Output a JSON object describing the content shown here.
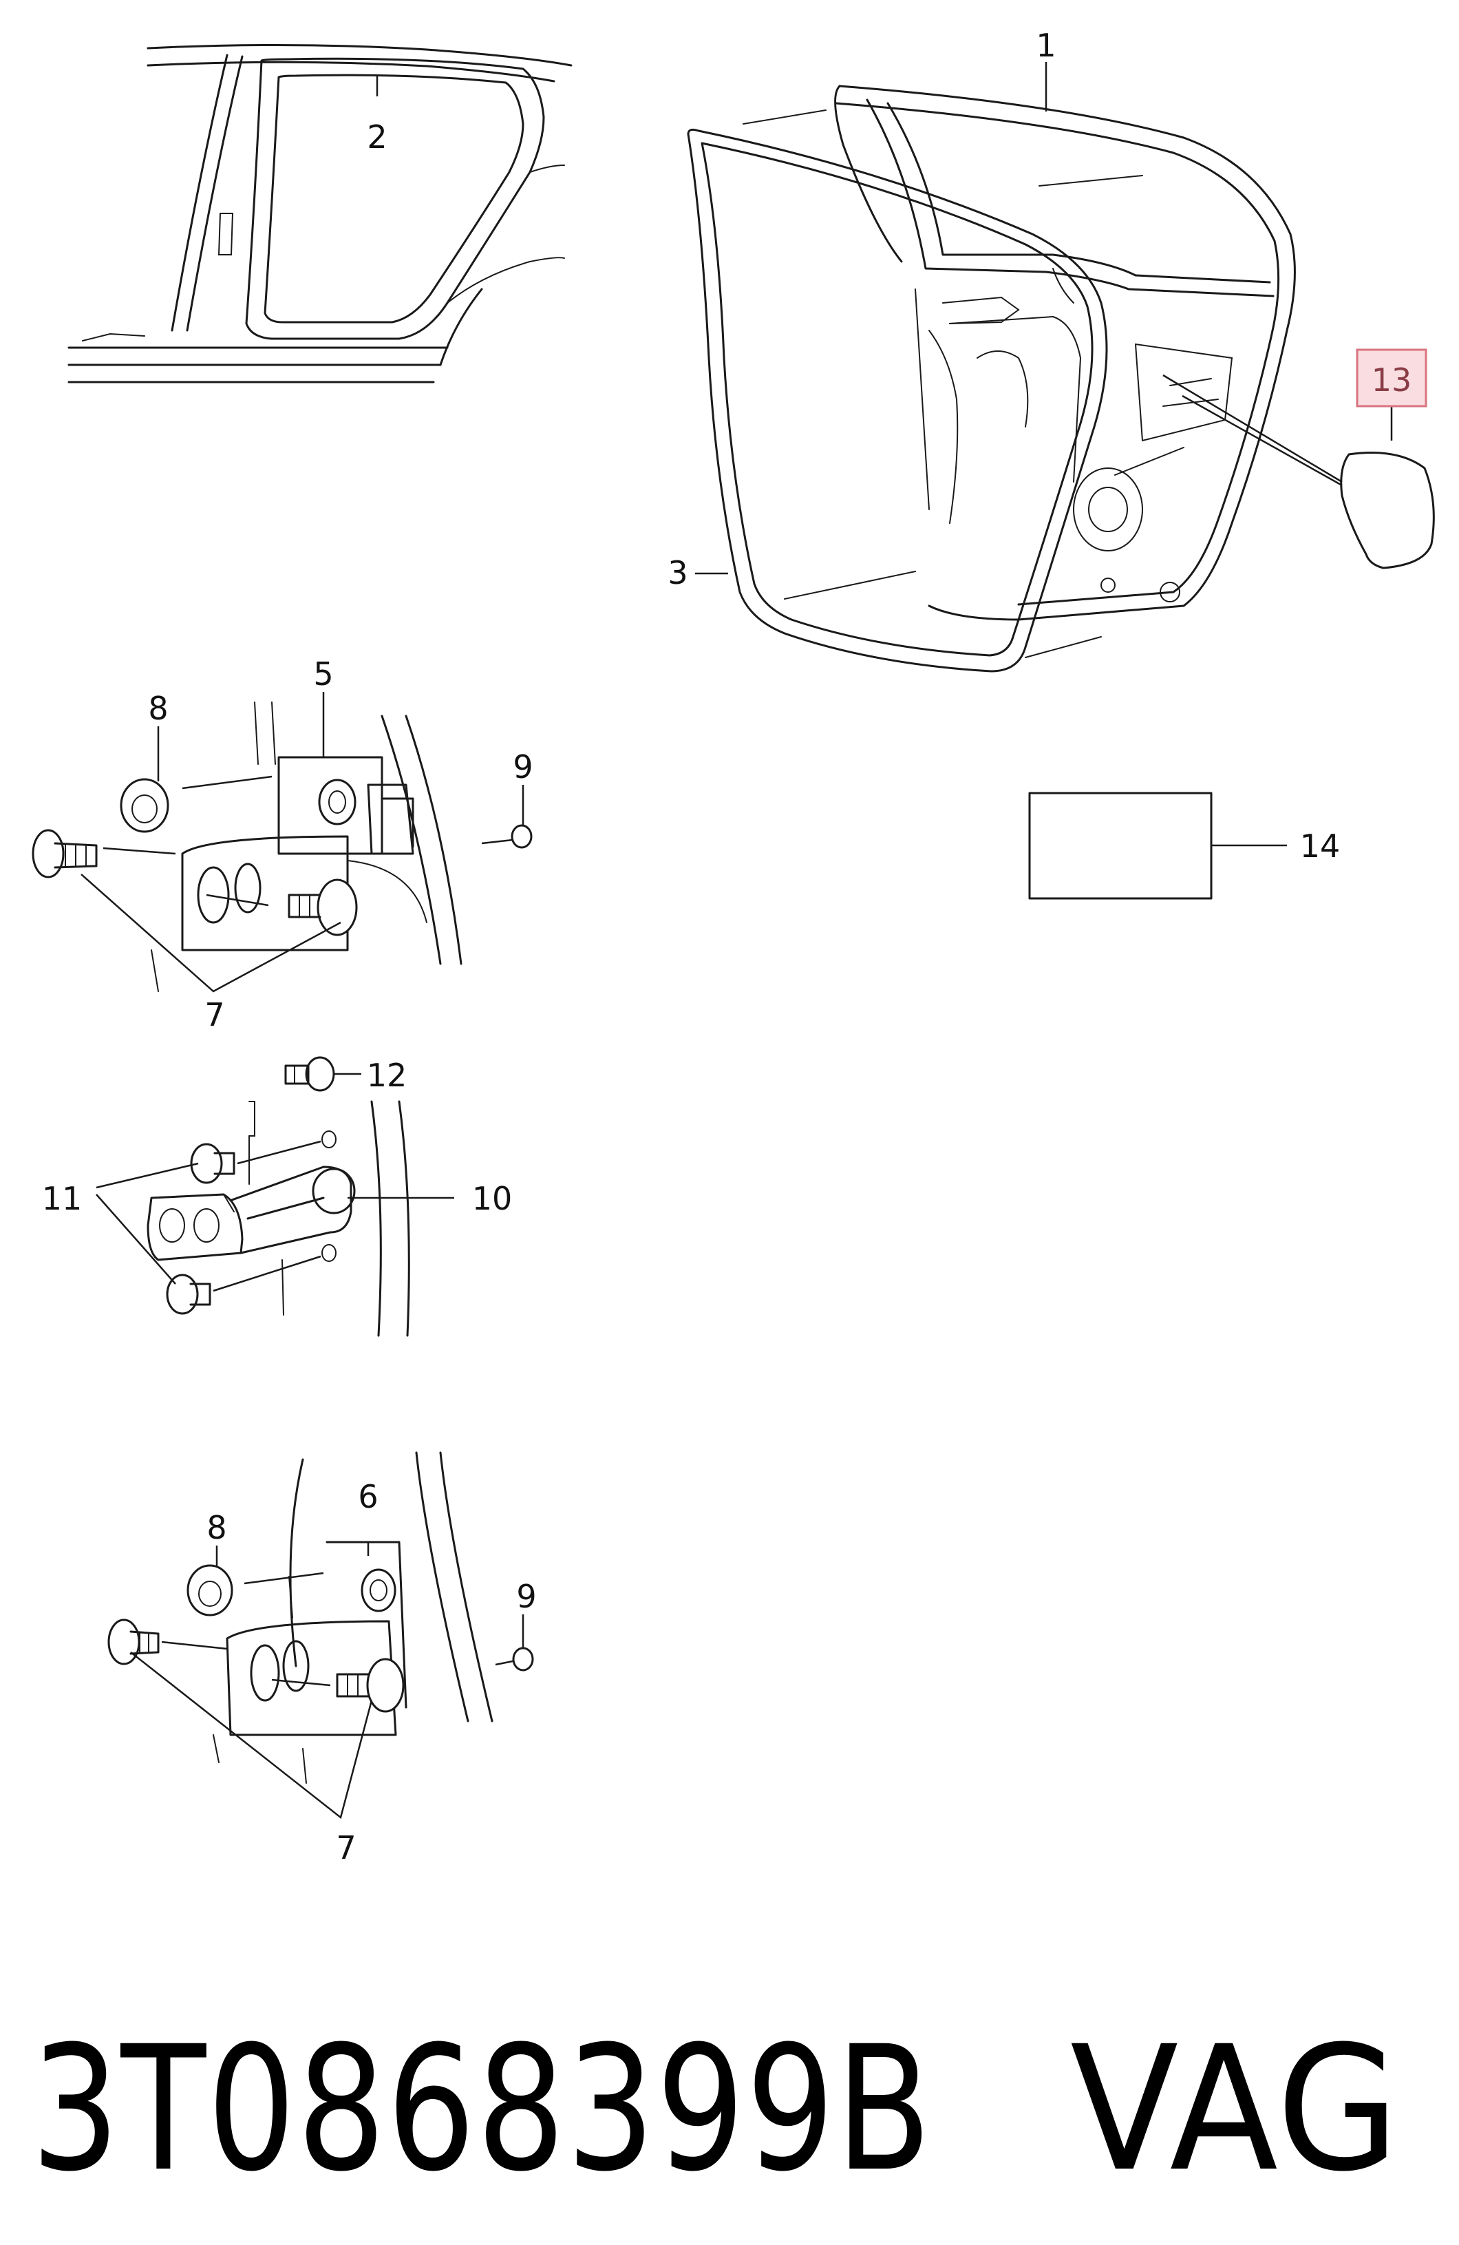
{
  "callouts": {
    "c1": "1",
    "c2": "2",
    "c3": "3",
    "c5": "5",
    "c6": "6",
    "c7a": "7",
    "c7b": "7",
    "c8a": "8",
    "c8b": "8",
    "c9a": "9",
    "c9b": "9",
    "c10": "10",
    "c11": "11",
    "c12": "12",
    "c13": "13",
    "c14": "14"
  },
  "footer": {
    "part_number": "3T0868399B",
    "brand": "VAG"
  },
  "colors": {
    "highlight_fill": "#f9dde0",
    "highlight_stroke": "#d9737f",
    "line": "#1a1a1a"
  }
}
